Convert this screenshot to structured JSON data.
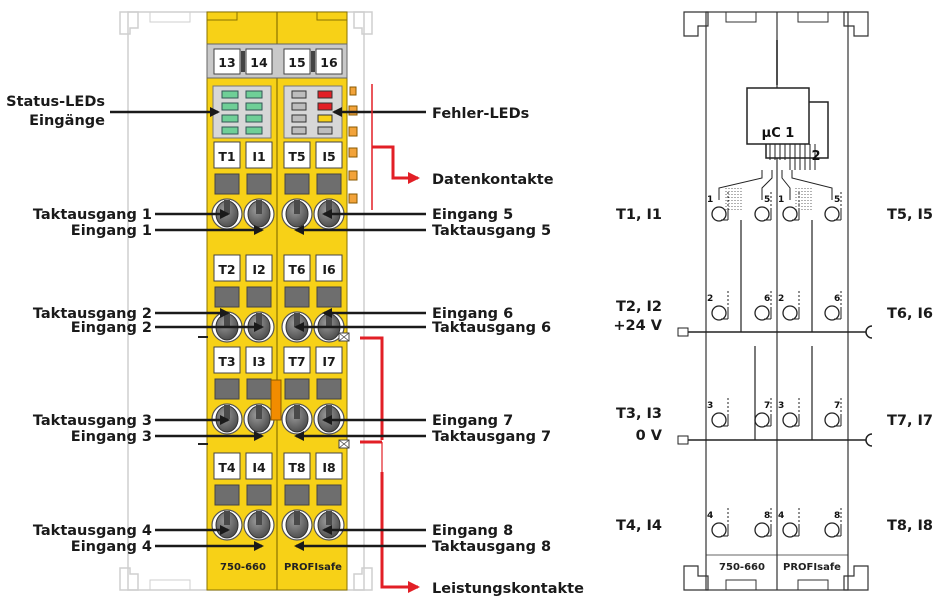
{
  "colors": {
    "module_yellow": "#F7D117",
    "contact_grey": "#6E6E6E",
    "led_green": "#6FCF97",
    "led_red": "#E21F26",
    "arrow_red": "#E21F26"
  },
  "left_labels": {
    "status_leds": "Status-LEDs",
    "eingaenge": "Eingänge",
    "rows": [
      {
        "top": "Taktausgang 1",
        "bottom": "Eingang 1"
      },
      {
        "top": "Taktausgang 2",
        "bottom": "Eingang 2"
      },
      {
        "top": "Taktausgang 3",
        "bottom": "Eingang 3"
      },
      {
        "top": "Taktausgang 4",
        "bottom": "Eingang 4"
      }
    ]
  },
  "right_labels": {
    "fehler_leds": "Fehler-LEDs",
    "datenkontakte": "Datenkontakte",
    "leistungskontakte": "Leistungskontakte",
    "rows": [
      {
        "top": "Eingang 5",
        "bottom": "Taktausgang 5"
      },
      {
        "top": "Eingang 6",
        "bottom": "Taktausgang 6"
      },
      {
        "top": "Eingang 7",
        "bottom": "Taktausgang 7"
      },
      {
        "top": "Eingang 8",
        "bottom": "Taktausgang 8"
      }
    ]
  },
  "module": {
    "top_cells": [
      "13",
      "14",
      "15",
      "16"
    ],
    "terminal_labels": [
      [
        "T1",
        "I1",
        "T5",
        "I5"
      ],
      [
        "T2",
        "I2",
        "T6",
        "I6"
      ],
      [
        "T3",
        "I3",
        "T7",
        "I7"
      ],
      [
        "T4",
        "I4",
        "T8",
        "I8"
      ]
    ],
    "part_number": "750-660",
    "protocol": "PROFIsafe"
  },
  "schematic": {
    "uc_label": "μC 1",
    "uc2_label": "2",
    "left_tags": [
      "T1, I1",
      "T2, I2",
      "+24 V",
      "T3, I3",
      "0 V",
      "T4, I4"
    ],
    "right_tags": [
      "T5, I5",
      "T6, I6",
      "T7, I7",
      "T8, I8"
    ],
    "pins": [
      "1",
      "5",
      "1",
      "5",
      "2",
      "6",
      "2",
      "6",
      "3",
      "7",
      "3",
      "7",
      "4",
      "8",
      "4",
      "8"
    ],
    "part_number": "750-660",
    "protocol": "PROFIsafe"
  }
}
